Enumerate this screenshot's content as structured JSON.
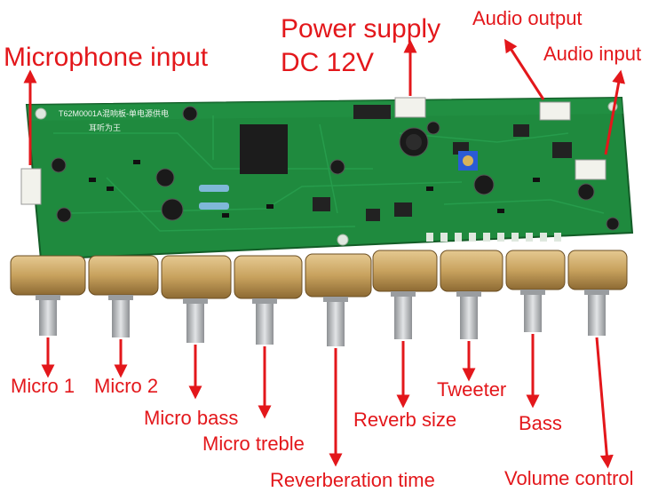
{
  "colors": {
    "label": "#e3171b",
    "pcb": "#1f8a3e",
    "pcb_dark": "#17702f",
    "pot_brass": "#c8a25e",
    "shaft": "#b9bcbf"
  },
  "board": {
    "silkscreen_title": "T62M0001A混响板-单电源供电",
    "silkscreen_sub": "耳听为王"
  },
  "labels": {
    "power_supply": "Power supply",
    "power_dc": "DC 12V",
    "microphone_input": "Microphone input",
    "audio_output": "Audio output",
    "audio_input": "Audio input",
    "micro1": "Micro 1",
    "micro2": "Micro 2",
    "micro_bass": "Micro bass",
    "micro_treble": "Micro treble",
    "reverberation_time": "Reverberation time",
    "reverb_size": "Reverb size",
    "tweeter": "Tweeter",
    "bass": "Bass",
    "volume_control": "Volume control"
  }
}
